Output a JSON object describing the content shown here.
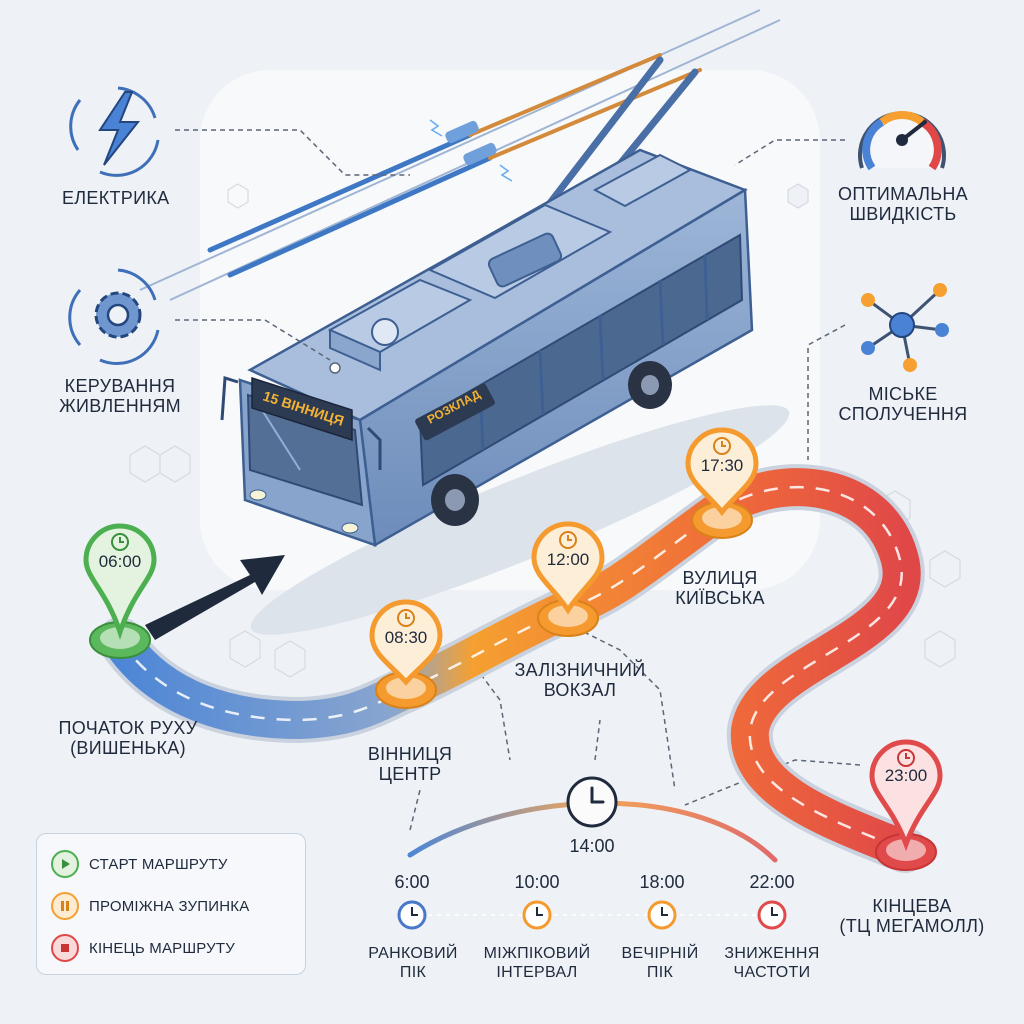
{
  "features": {
    "electric": "ЕЛЕКТРИКА",
    "power_control": [
      "КЕРУВАННЯ",
      "ЖИВЛЕННЯМ"
    ],
    "optimal_speed": [
      "ОПТИМАЛЬНА",
      "ШВИДКІСТЬ"
    ],
    "city_connection": [
      "МІСЬКЕ",
      "СПОЛУЧЕННЯ"
    ]
  },
  "trolleybus": {
    "route_sign": "15 ВІННИЦЯ",
    "side_sign": "РОЗКЛАД"
  },
  "stops": [
    {
      "time": "06:00",
      "name": [
        "ПОЧАТОК РУХУ",
        "(ВИШЕНЬКА)"
      ],
      "type": "start"
    },
    {
      "time": "08:30",
      "name": [
        "ВІННИЦЯ",
        "ЦЕНТР"
      ],
      "type": "intermediate"
    },
    {
      "time": "12:00",
      "name": [
        "ЗАЛІЗНИЧНИЙ",
        "ВОКЗАЛ"
      ],
      "type": "intermediate"
    },
    {
      "time": "17:30",
      "name": [
        "ВУЛИЦЯ",
        "КИЇВСЬКА"
      ],
      "type": "intermediate"
    },
    {
      "time": "23:00",
      "name": [
        "КІНЦЕВА",
        "(ТЦ МЕГАМОЛЛ)"
      ],
      "type": "end"
    }
  ],
  "timeline": {
    "center_time": "14:00",
    "points": [
      {
        "time": "6:00",
        "label": [
          "РАНКОВИЙ",
          "ПІК"
        ]
      },
      {
        "time": "10:00",
        "label": [
          "МІЖПІКОВИЙ",
          "ІНТЕРВАЛ"
        ]
      },
      {
        "time": "18:00",
        "label": [
          "ВЕЧІРНІЙ",
          "ПІК"
        ]
      },
      {
        "time": "22:00",
        "label": [
          "ЗНИЖЕННЯ",
          "ЧАСТОТИ"
        ]
      }
    ]
  },
  "legend": [
    {
      "label": "СТАРТ МАРШРУТУ",
      "color": "#4caf50",
      "icon": "play-icon"
    },
    {
      "label": "ПРОМІЖНА ЗУПИНКА",
      "color": "#f5a030",
      "icon": "pause-icon"
    },
    {
      "label": "КІНЕЦЬ МАРШРУТУ",
      "color": "#e04848",
      "icon": "stop-icon"
    }
  ],
  "colors": {
    "green": "#5cb85c",
    "orange": "#f59a2e",
    "red": "#e04a4a",
    "blue": "#4a78c8",
    "navy": "#1f2a3d",
    "bus": "#7d9cc6"
  }
}
